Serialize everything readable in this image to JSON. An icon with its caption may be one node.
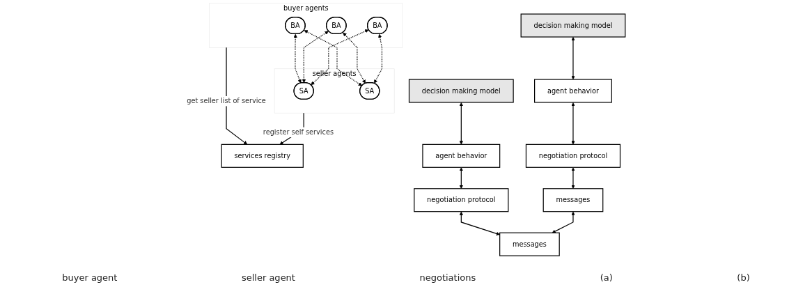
{
  "diagram": {
    "nodes": [
      {
        "text": [
          "services registry"
        ]
      },
      {
        "text": [
          "buyer agents"
        ]
      },
      {
        "text": [
          "BA"
        ],
        "in": 1
      },
      {
        "text": [
          "BA"
        ],
        "in": 1
      },
      {
        "text": [
          "BA"
        ],
        "in": 1
      },
      {
        "text": [
          "seller agents"
        ]
      },
      {
        "text": [
          "SA"
        ],
        "in": 5
      },
      {
        "text": [
          "SA"
        ],
        "in": 5
      },
      {
        "text": [
          "decision making model"
        ]
      },
      {
        "text": [
          "agent behavior"
        ]
      },
      {
        "text": [
          "negotiation protocol"
        ]
      },
      {
        "text": [
          "messages"
        ]
      },
      {
        "text": [
          "decision making model"
        ]
      },
      {
        "text": [
          "agent behavior"
        ]
      },
      {
        "text": [
          "negotiation protocol"
        ]
      },
      {
        "text": [
          "messages"
        ]
      }
    ],
    "edges": [
      {
        "from": 1,
        "to": 0,
        "arrow": "to",
        "label": "get seller list of service"
      },
      {
        "from": 5,
        "to": 0,
        "arrow": "to",
        "label": "register self services"
      },
      {
        "from": 2,
        "to": 6,
        "arrow": "both",
        "style": "dashed"
      },
      {
        "from": 2,
        "to": 7,
        "arrow": "both",
        "style": "dashed"
      },
      {
        "from": 3,
        "to": 6,
        "arrow": "both",
        "style": "dashed"
      },
      {
        "from": 3,
        "to": 7,
        "arrow": "both",
        "style": "dashed"
      },
      {
        "from": 4,
        "to": 6,
        "arrow": "both",
        "style": "dashed"
      },
      {
        "from": 4,
        "to": 7,
        "arrow": "both",
        "style": "dashed"
      },
      {
        "from": 8,
        "to": 9,
        "arrow": "both"
      },
      {
        "from": 9,
        "to": 10,
        "arrow": "both"
      },
      {
        "from": 10,
        "to": 11,
        "arrow": "both"
      },
      {
        "from": 12,
        "to": 13,
        "arrow": "both"
      },
      {
        "from": 13,
        "to": 14,
        "arrow": "both"
      },
      {
        "from": 14,
        "to": 15,
        "arrow": "both"
      },
      {
        "from": 11,
        "to": 15,
        "arrow": "both"
      }
    ],
    "labels": [
      "buyer agent",
      "seller agent",
      "negotiations",
      "(a)",
      "(b)"
    ]
  }
}
